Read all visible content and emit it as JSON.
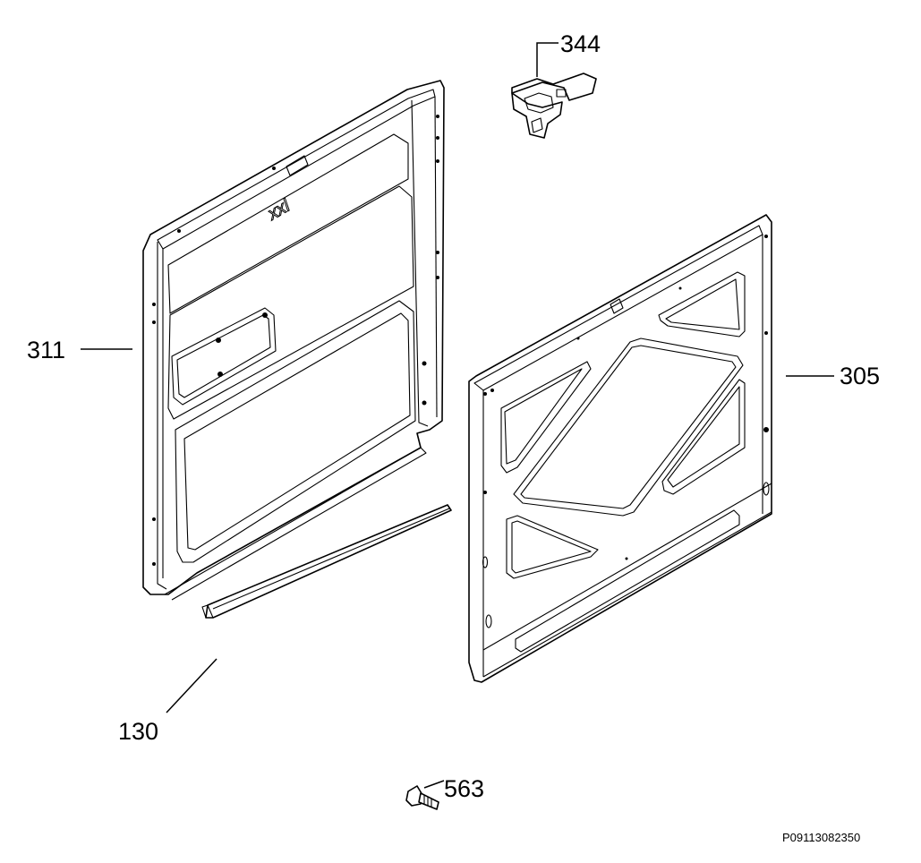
{
  "diagram": {
    "parts": [
      {
        "id": "344",
        "label": "344"
      },
      {
        "id": "311",
        "label": "311"
      },
      {
        "id": "305",
        "label": "305"
      },
      {
        "id": "130",
        "label": "130"
      },
      {
        "id": "563",
        "label": "563"
      }
    ],
    "panel_logo": "xxl",
    "drawing_code": "P09113082350"
  },
  "colors": {
    "line": "#000000",
    "background": "#ffffff"
  }
}
